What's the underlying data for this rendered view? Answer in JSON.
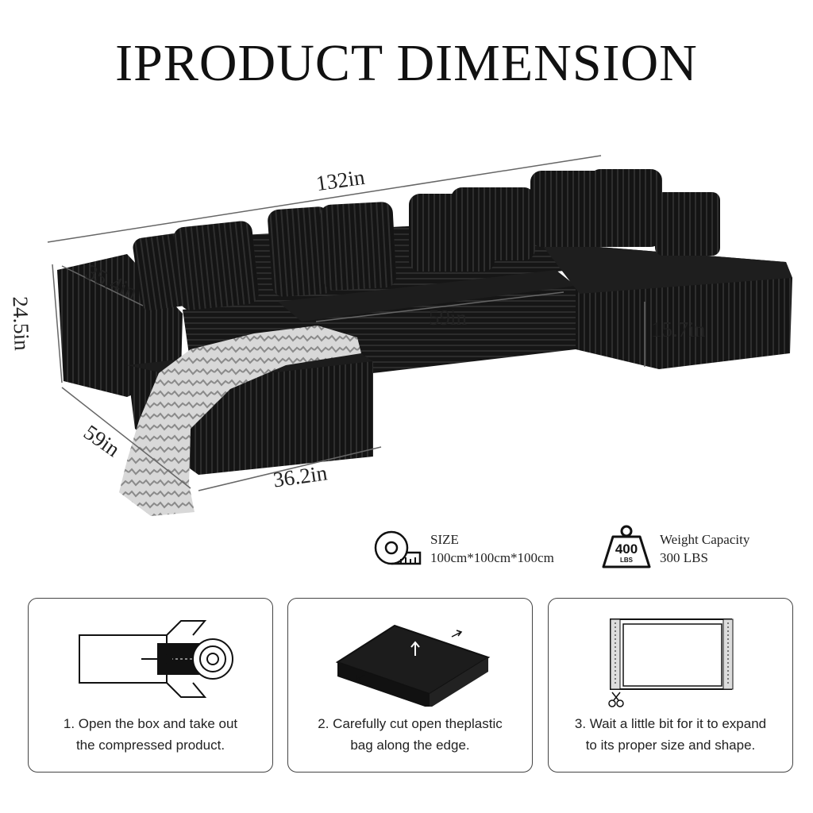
{
  "title": "IPRODUCT DIMENSION",
  "dimensions": {
    "total_length": "132in",
    "arm_depth": "35.4in",
    "height": "24.5in",
    "chaise_length": "59in",
    "middle_width": "59in",
    "chaise_width": "36.2in",
    "seat_height": "15.7in"
  },
  "specs": {
    "size_label": "SIZE",
    "size_value": "100cm*100cm*100cm",
    "weight_badge_number": "400",
    "weight_badge_unit": "LBS",
    "weight_label": "Weight Capacity",
    "weight_value": "300 LBS"
  },
  "steps": [
    {
      "line1": "1. Open the box and take out",
      "line2": "the compressed product."
    },
    {
      "line1": "2. Carefully cut open theplastic",
      "line2": "bag along the edge."
    },
    {
      "line1": "3. Wait a little bit for it to expand",
      "line2": "to its proper size and shape."
    }
  ],
  "colors": {
    "sofa": "#121212",
    "throw": "#cfcfcf"
  }
}
